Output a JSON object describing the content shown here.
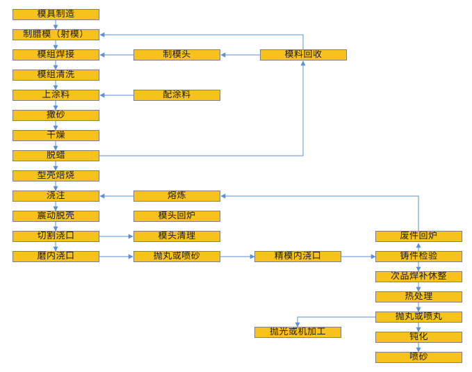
{
  "colors": {
    "box_fill": "#f6c21b",
    "box_border": "#7f7f7f",
    "arrow": "#5b8fd6",
    "text": "#1a1a1a"
  },
  "steps": {
    "mold_making": "模具制造",
    "wax_pattern": "制腊模（射模）",
    "assembly_weld": "模组焊接",
    "assembly_clean": "模组清洗",
    "coating": "上涂料",
    "sanding": "撒砂",
    "drying": "干燥",
    "dewax": "脱蜡",
    "shell_firing": "型壳焙烧",
    "pouring": "浇注",
    "vibration_shakeout": "震动脱壳",
    "cut_gate": "切割浇口",
    "grind_gate": "磨内浇口",
    "make_head": "制模头",
    "material_recovery": "模料回收",
    "mix_coating": "配涂料",
    "smelting": "熔炼",
    "head_remelt": "模头回炉",
    "head_clean": "模头清理",
    "shot_blast_1": "抛丸或喷砂",
    "fine_grind_gate": "精模内浇口",
    "scrap_remelt": "废件回炉",
    "inspection": "铸件检验",
    "defect_repair": "次品焊补休整",
    "heat_treatment": "热处理",
    "shot_blast_2": "抛丸或喷丸",
    "passivation": "钝化",
    "spray_sand": "喷砂",
    "polish_machining": "抛光或机加工"
  }
}
